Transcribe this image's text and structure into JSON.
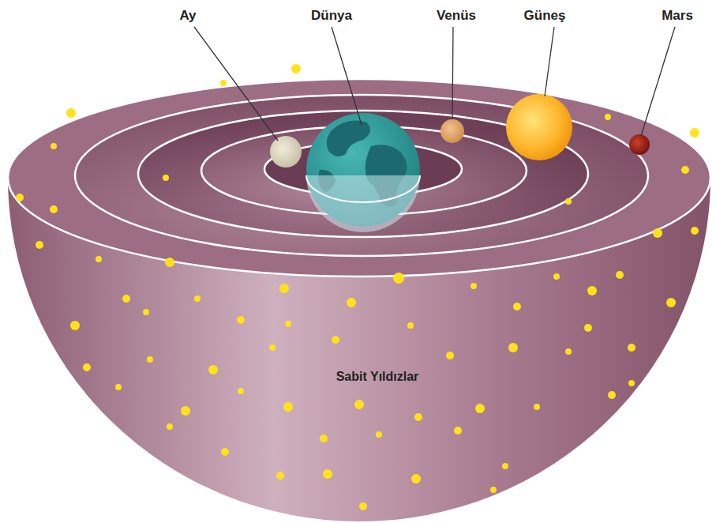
{
  "diagram": {
    "labels": [
      "Ay",
      "Dünya",
      "Venüs",
      "Güneş",
      "Mars",
      "Sabit Yıldızlar"
    ]
  }
}
